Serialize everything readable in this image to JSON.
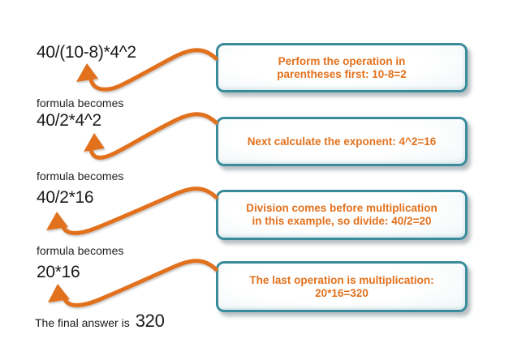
{
  "steps": [
    {
      "formula": "40/(10-8)*4^2",
      "callout": "Perform the operation in\nparentheses first: 10-8=2"
    },
    {
      "formula": "40/2*4^2",
      "callout": "Next calculate the exponent: 4^2=16"
    },
    {
      "formula": "40/2*16",
      "callout": "Division comes before multiplication\nin this example, so divide: 40/2=20"
    },
    {
      "formula": "20*16",
      "callout": "The last operation is multiplication:\n20*16=320"
    }
  ],
  "labels": {
    "transition": "formula becomes",
    "final_prefix": "The final answer is",
    "final_value": "320"
  },
  "colors": {
    "arrow_orange": "#e2711d",
    "callout_text": "#e2711d",
    "box_border": "#3a8c9c",
    "box_fill_edge": "#c6dee7",
    "text_dark": "#1a1a1a",
    "background": "#ffffff"
  }
}
